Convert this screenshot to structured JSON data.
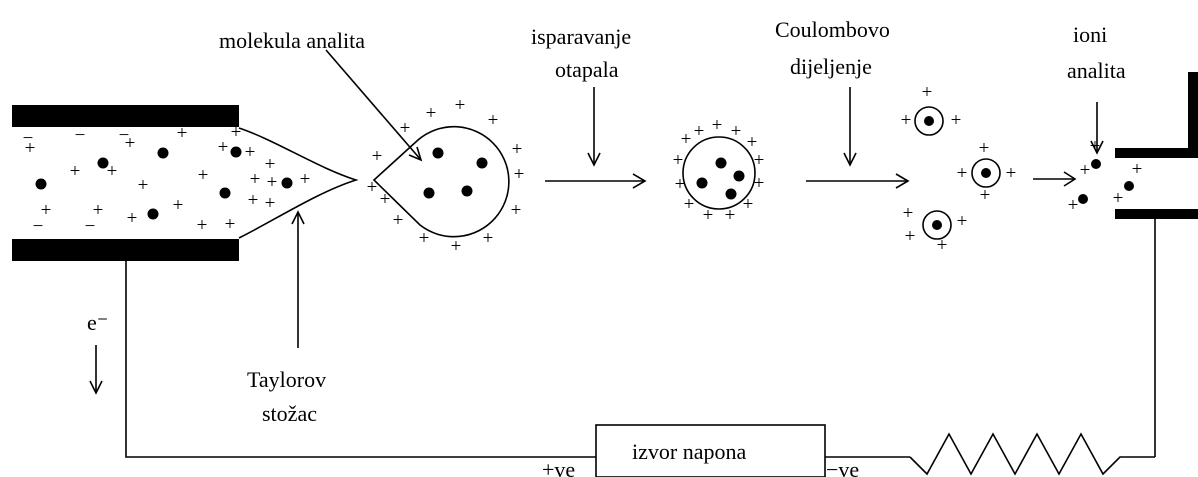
{
  "labels": {
    "analyte_molecule": "molekula analita",
    "solvent_evaporation_line1": "isparavanje",
    "solvent_evaporation_line2": "otapala",
    "coulomb_fission_line1": "Coulombovo",
    "coulomb_fission_line2": "dijeljenje",
    "analyte_ions_line1": "ioni",
    "analyte_ions_line2": "analita",
    "taylor_cone_line1": "Taylorov",
    "taylor_cone_line2": "stožac",
    "electron": "e⁻",
    "power_supply": "izvor napona",
    "positive_terminal": "+ve",
    "negative_terminal": "−ve"
  },
  "charge_symbols": {
    "plus": "+",
    "minus": "−"
  }
}
